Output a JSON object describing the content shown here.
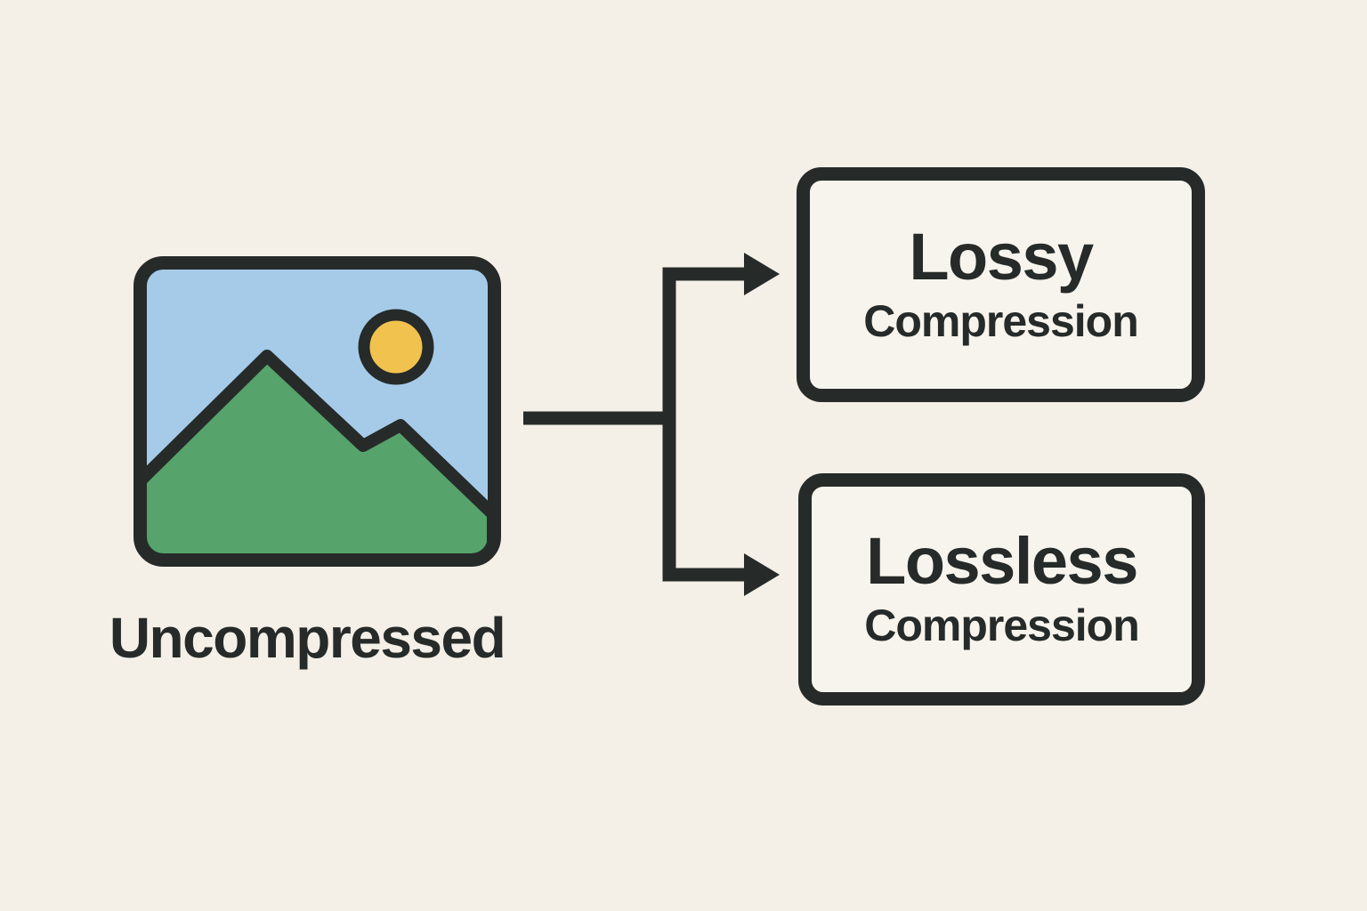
{
  "diagram": {
    "source": {
      "label": "Uncompressed",
      "icon": "image-icon"
    },
    "branches": [
      {
        "title": "Lossy",
        "subtitle": "Compression"
      },
      {
        "title": "Lossless",
        "subtitle": "Compression"
      }
    ]
  },
  "colors": {
    "background": "#f4f0e8",
    "ink": "#262b29",
    "box_fill": "#f7f4ed",
    "sky": "#a5cbe9",
    "mountain": "#56a36c",
    "sun": "#f2c24f"
  }
}
